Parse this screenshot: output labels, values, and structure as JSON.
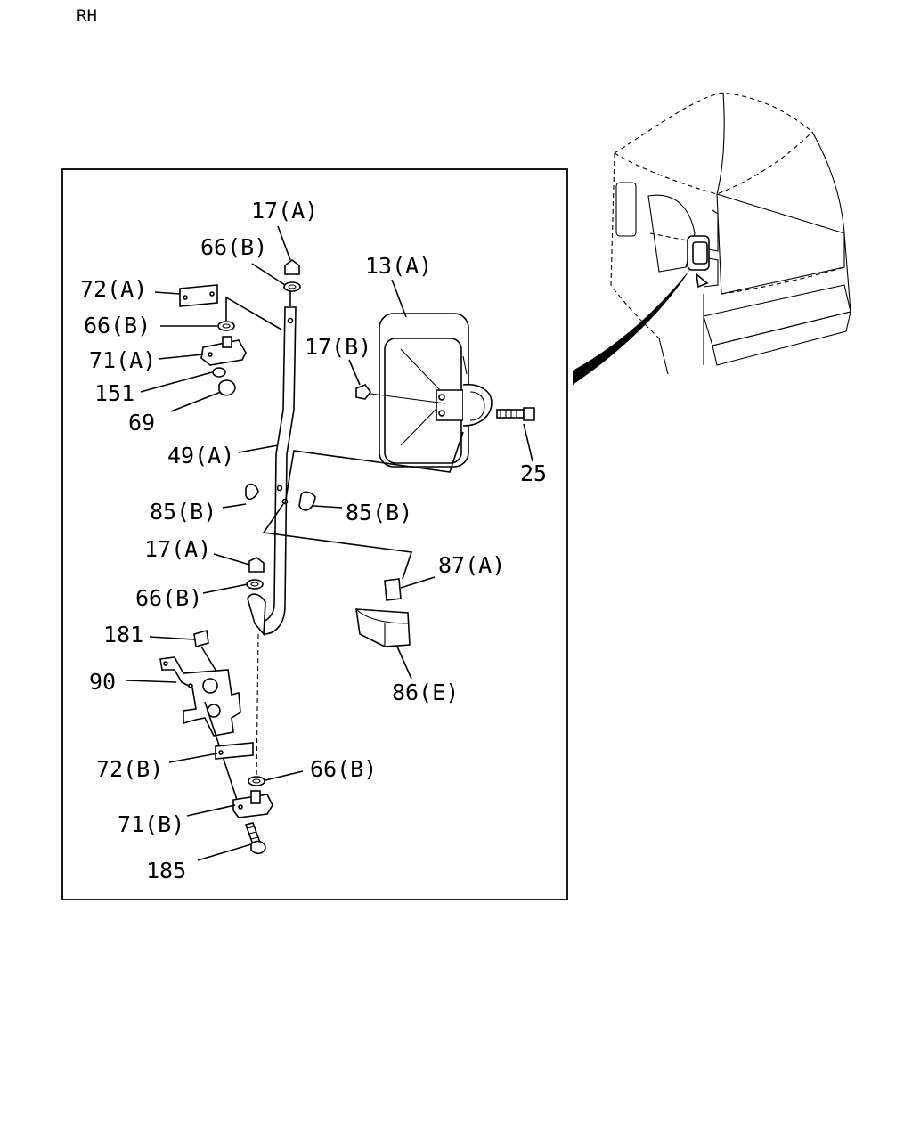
{
  "header": {
    "side": "RH"
  },
  "labels": {
    "l17a_top": "17(A)",
    "l66b_1": "66(B)",
    "l72a": "72(A)",
    "l66b_2": "66(B)",
    "l71a": "71(A)",
    "l151": "151",
    "l69": "69",
    "l49a": "49(A)",
    "l13a": "13(A)",
    "l17b": "17(B)",
    "l25": "25",
    "l85b_left": "85(B)",
    "l85b_right": "85(B)",
    "l17a_mid": "17(A)",
    "l87a": "87(A)",
    "l66b_3": "66(B)",
    "l181": "181",
    "l90": "90",
    "l86e": "86(E)",
    "l72b": "72(B)",
    "l66b_4": "66(B)",
    "l71b": "71(B)",
    "l185": "185"
  }
}
